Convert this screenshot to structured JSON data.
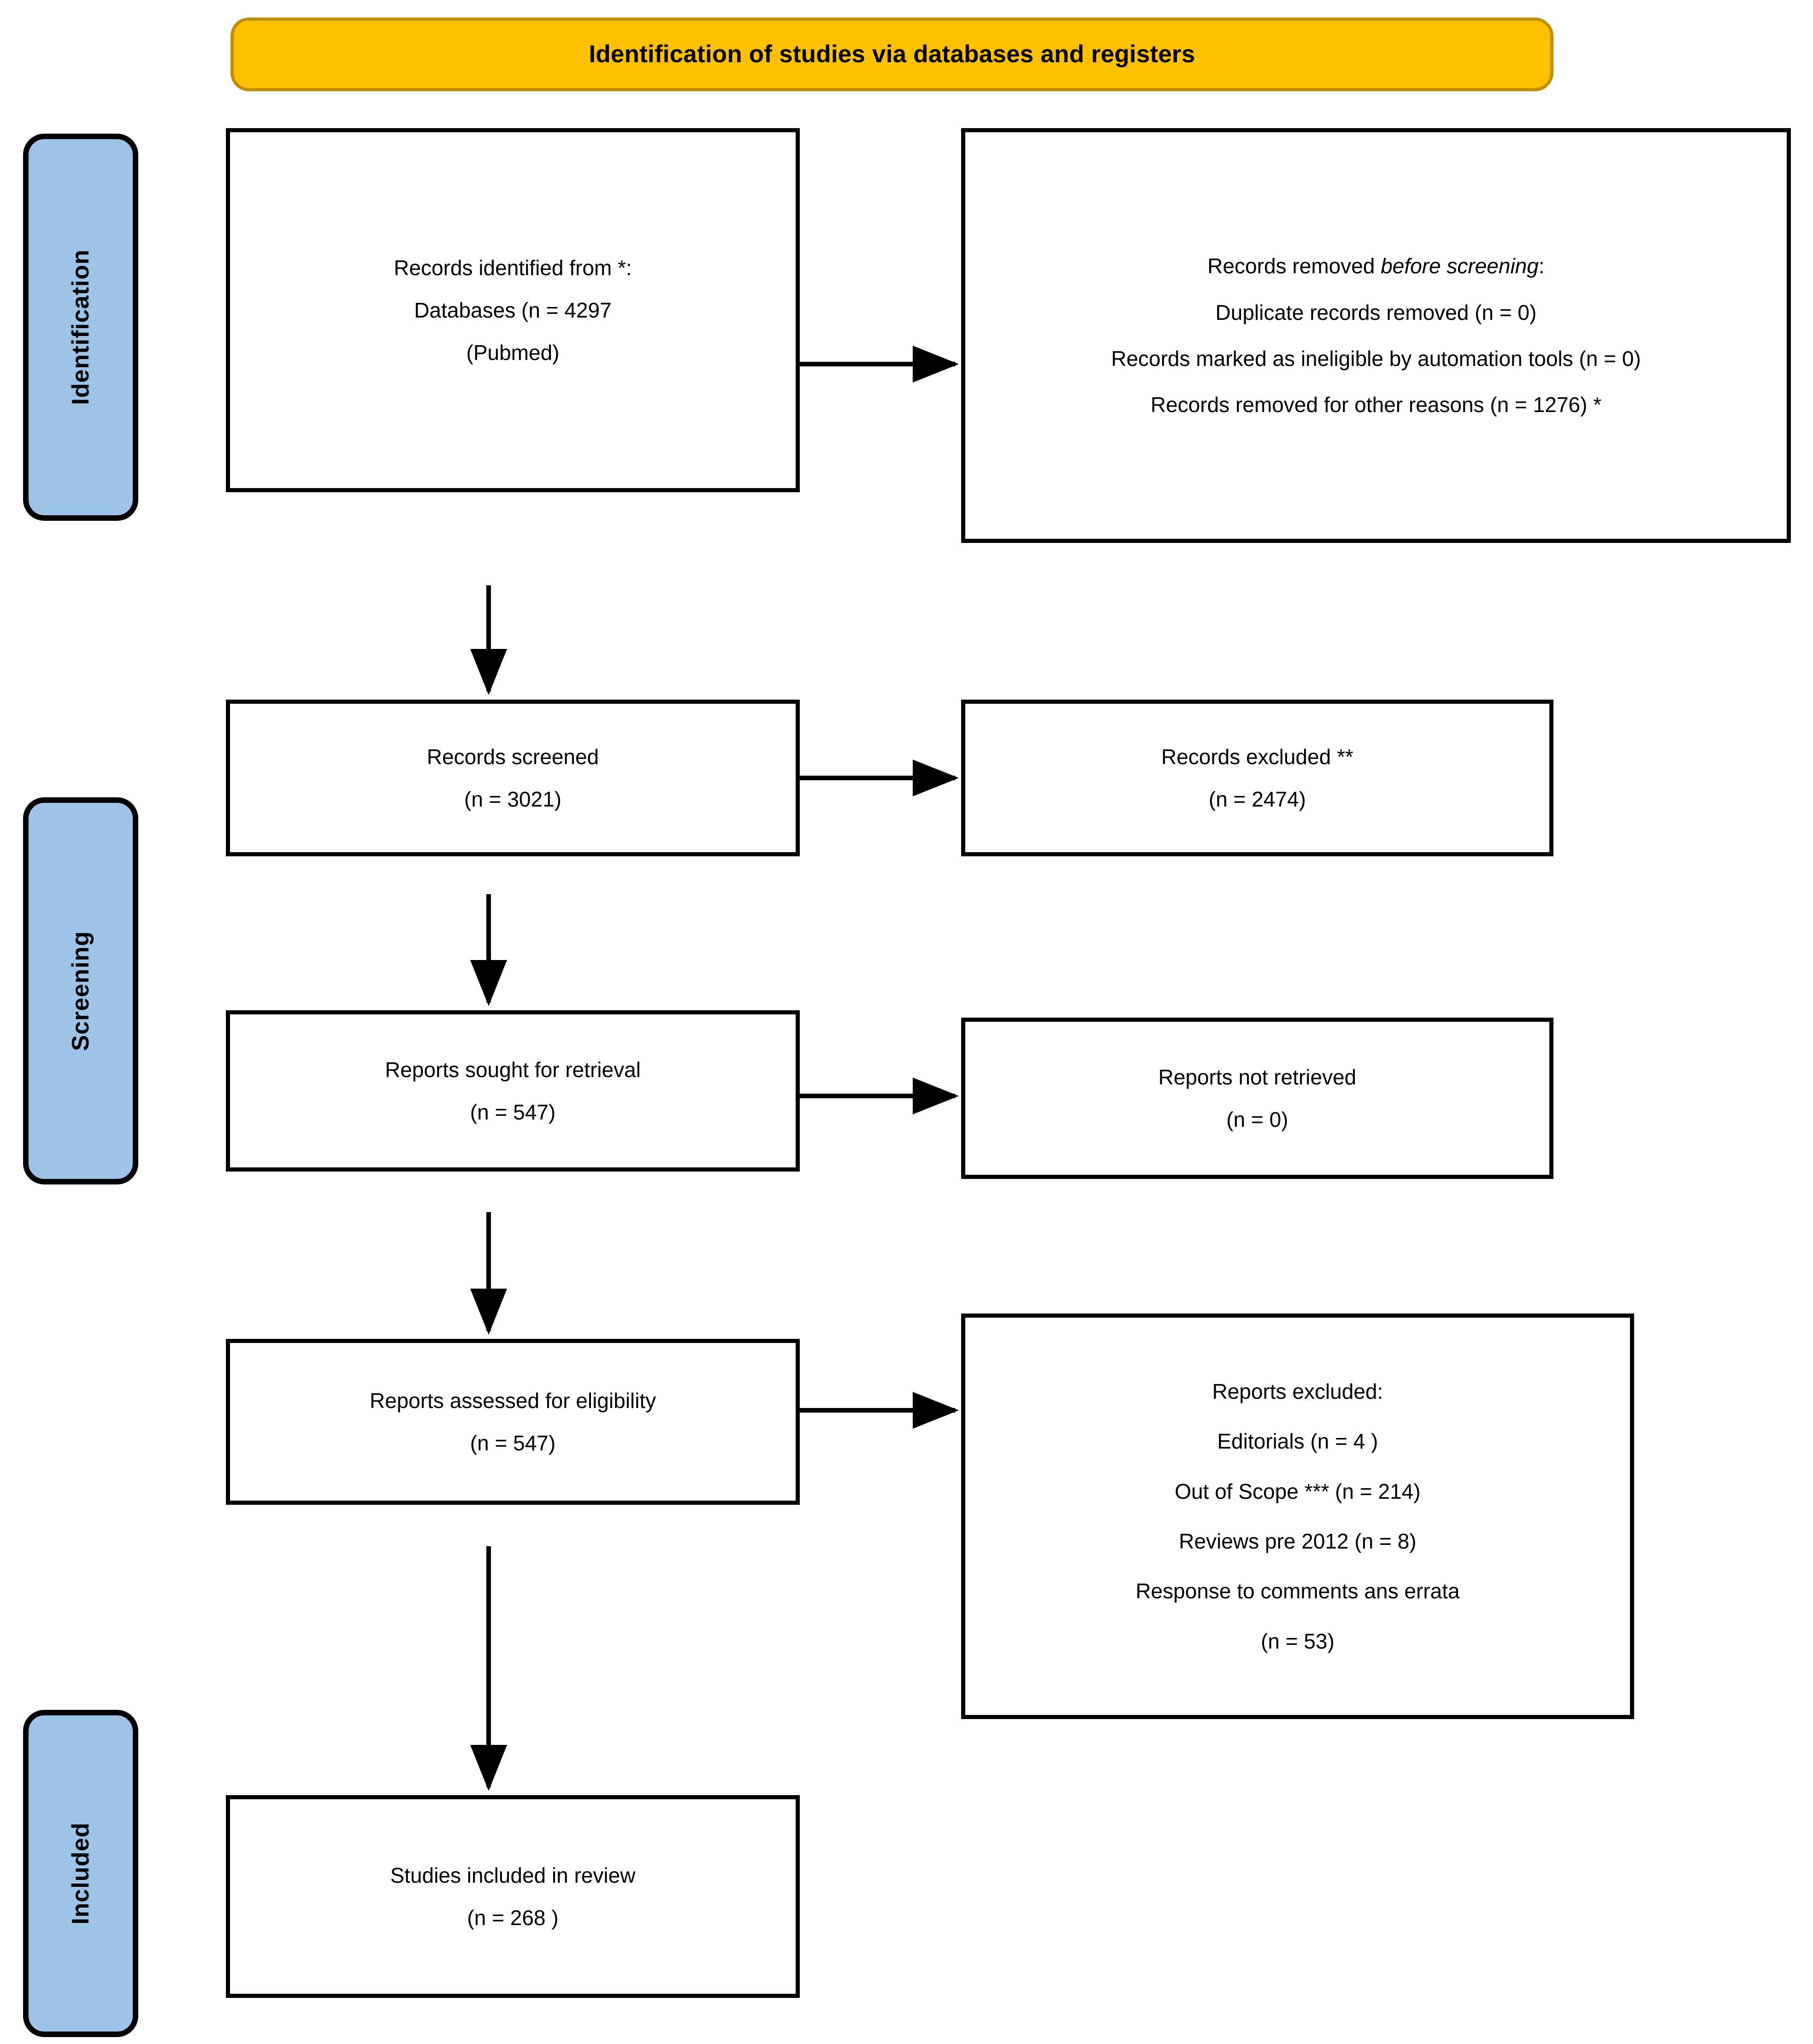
{
  "header": {
    "title": "Identification of studies via databases and registers"
  },
  "stages": [
    {
      "id": "identification",
      "label": "Identification"
    },
    {
      "id": "screening",
      "label": "Screening"
    },
    {
      "id": "included",
      "label": "Included"
    }
  ],
  "boxes": {
    "identified": {
      "l1": "Records identified from *:",
      "l2": "Databases (n = 4297",
      "l3": "(Pubmed)"
    },
    "removed": {
      "l1_a": "Records removed ",
      "l1_b": "before screening",
      "l1_c": ":",
      "l2": "Duplicate records removed (n = 0)",
      "l3": "Records marked as ineligible by automation tools (n = 0)",
      "l4": "Records removed for other reasons (n = 1276) *"
    },
    "screened": {
      "l1": "Records screened",
      "l2": "(n = 3021)"
    },
    "records_excluded": {
      "l1": "Records excluded **",
      "l2": "(n = 2474)"
    },
    "sought": {
      "l1": "Reports sought for retrieval",
      "l2": "(n = 547)"
    },
    "not_retrieved": {
      "l1": "Reports not retrieved",
      "l2": "(n = 0)"
    },
    "assessed": {
      "l1": "Reports assessed for eligibility",
      "l2": "(n = 547)"
    },
    "reports_excluded": {
      "l1": "Reports excluded:",
      "l2": "Editorials (n = 4 )",
      "l3": "Out of Scope *** (n = 214)",
      "l4": "Reviews pre 2012 (n = 8)",
      "l5": "Response to comments ans errata",
      "l6": "(n = 53)"
    },
    "included": {
      "l1": "Studies included in review",
      "l2": "(n = 268 )"
    }
  },
  "chart_data": {
    "type": "diagram",
    "title": "Identification of studies via databases and registers",
    "diagram": "PRISMA 2020 flow diagram",
    "stages": [
      "Identification",
      "Screening",
      "Included"
    ],
    "nodes": [
      {
        "id": "identified",
        "stage": "Identification",
        "label": "Records identified from *: Databases (n = 4297 (Pubmed)",
        "n": 4297
      },
      {
        "id": "removed",
        "stage": "Identification",
        "label": "Records removed before screening",
        "duplicates": 0,
        "automation_tools": 0,
        "other_reasons": 1276
      },
      {
        "id": "screened",
        "stage": "Screening",
        "label": "Records screened",
        "n": 3021
      },
      {
        "id": "records_excluded",
        "stage": "Screening",
        "label": "Records excluded **",
        "n": 2474
      },
      {
        "id": "sought",
        "stage": "Screening",
        "label": "Reports sought for retrieval",
        "n": 547
      },
      {
        "id": "not_retrieved",
        "stage": "Screening",
        "label": "Reports not retrieved",
        "n": 0
      },
      {
        "id": "assessed",
        "stage": "Screening",
        "label": "Reports assessed for eligibility",
        "n": 547
      },
      {
        "id": "reports_excluded",
        "stage": "Screening",
        "label": "Reports excluded",
        "editorials": 4,
        "out_of_scope": 214,
        "reviews_pre_2012": 8,
        "response_to_comments_and_errata": 53
      },
      {
        "id": "included",
        "stage": "Included",
        "label": "Studies included in review",
        "n": 268
      }
    ],
    "edges": [
      {
        "from": "identified",
        "to": "removed",
        "direction": "right"
      },
      {
        "from": "identified",
        "to": "screened",
        "direction": "down"
      },
      {
        "from": "screened",
        "to": "records_excluded",
        "direction": "right"
      },
      {
        "from": "screened",
        "to": "sought",
        "direction": "down"
      },
      {
        "from": "sought",
        "to": "not_retrieved",
        "direction": "right"
      },
      {
        "from": "sought",
        "to": "assessed",
        "direction": "down"
      },
      {
        "from": "assessed",
        "to": "reports_excluded",
        "direction": "right"
      },
      {
        "from": "assessed",
        "to": "included",
        "direction": "down"
      }
    ],
    "colors": {
      "header_fill": "#FFC000",
      "header_border": "#BF8F00",
      "stage_tab_fill": "#9DC3E6",
      "box_border": "#000000",
      "background": "#FFFFFF"
    }
  }
}
